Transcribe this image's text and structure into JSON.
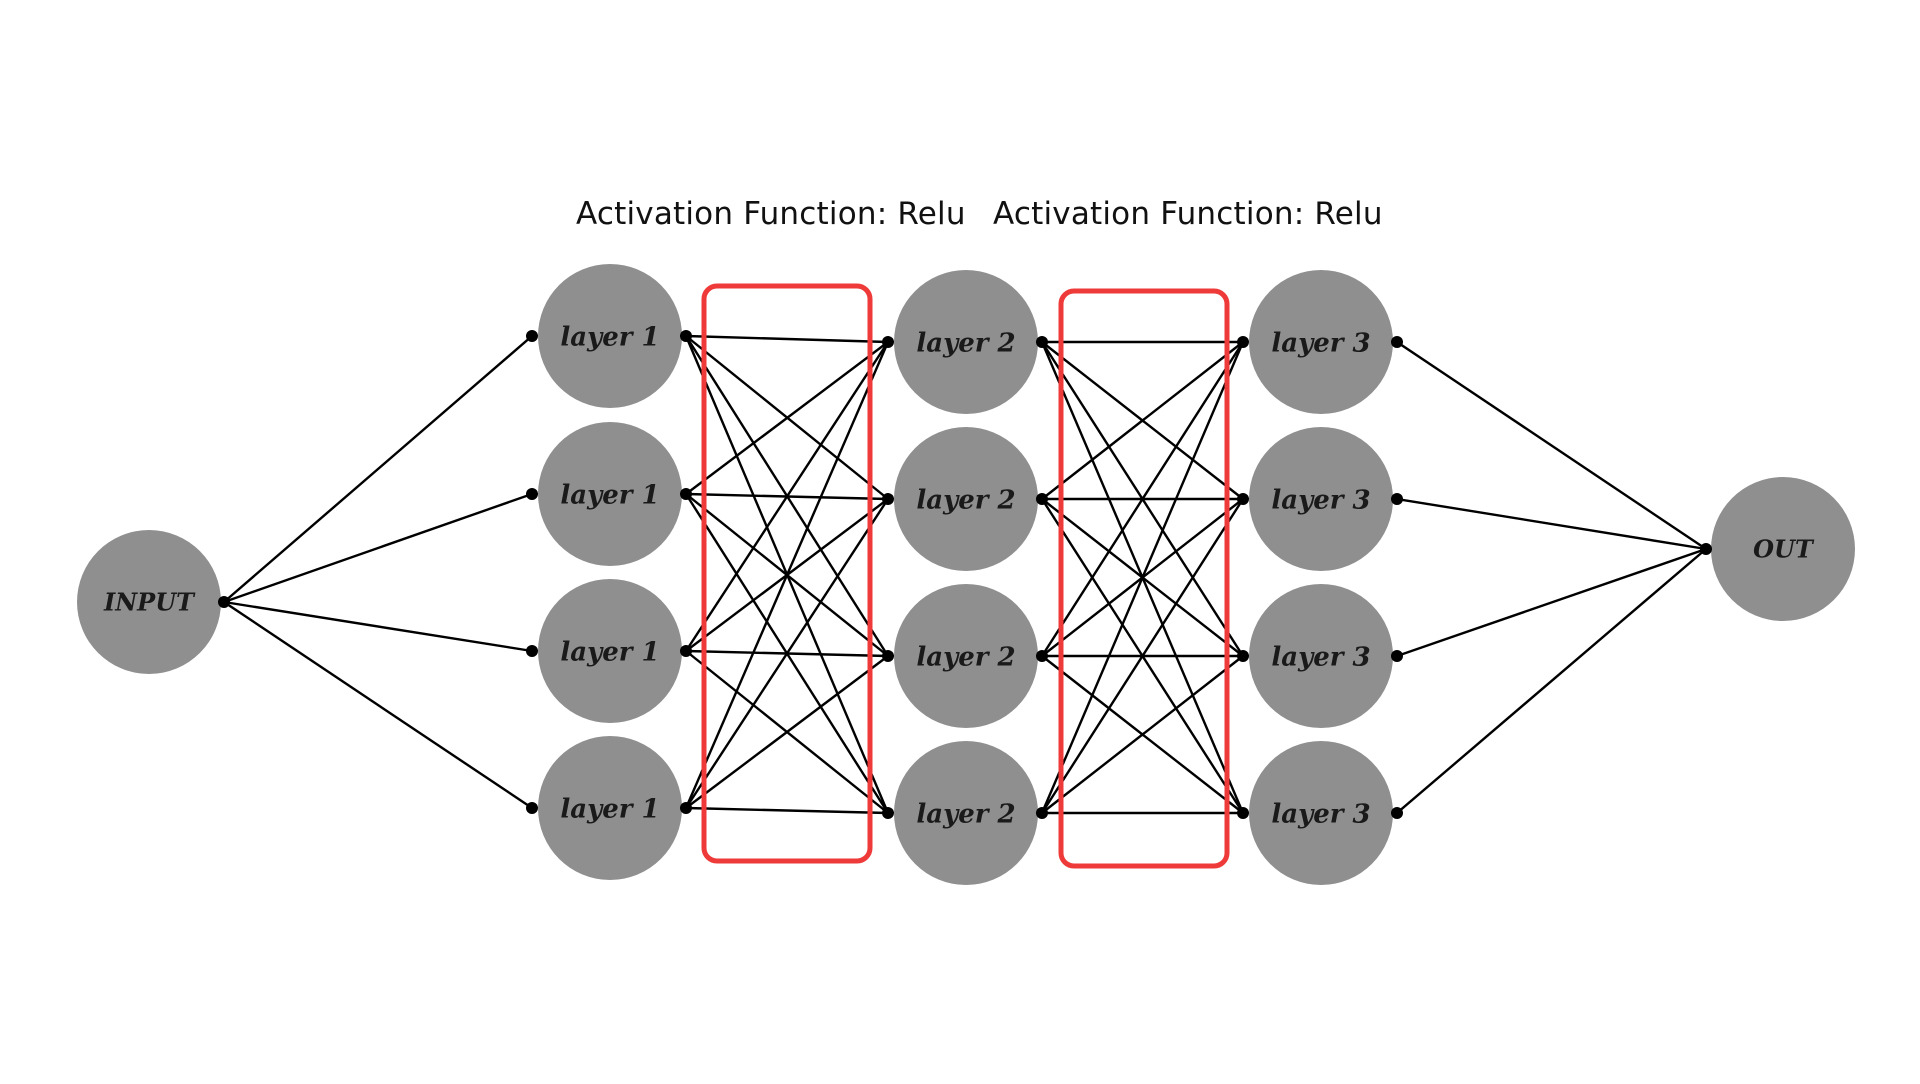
{
  "captions": [
    "Activation Function: Relu",
    "Activation Function: Relu"
  ],
  "labels": {
    "input": "INPUT",
    "layer1": "layer 1",
    "layer2": "layer 2",
    "layer3": "layer 3",
    "output": "OUT"
  },
  "layers": {
    "input_count": 1,
    "layer1_count": 4,
    "layer2_count": 4,
    "layer3_count": 4,
    "output_count": 1
  },
  "colors": {
    "node_fill": "#8f8f8f",
    "edge": "#000000",
    "highlight_box": "#ef3a3a",
    "background": "#ffffff"
  }
}
